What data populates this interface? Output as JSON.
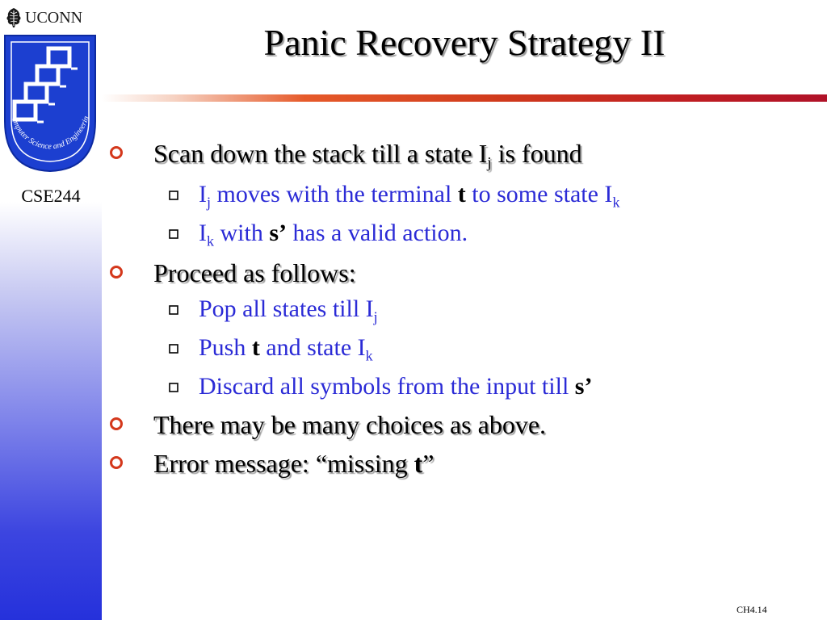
{
  "sidebar": {
    "logo_text": "UCONN",
    "seal_text": "Computer Science and Engineering",
    "course": "CSE244"
  },
  "slide": {
    "title": "Panic Recovery Strategy II",
    "footer": "CH4.14"
  },
  "bullets": {
    "b1": {
      "pre": "Scan down the stack till a state I",
      "sub": "j",
      "post": " is found"
    },
    "b1_1": {
      "pre": "I",
      "sub1": "j",
      "mid": " moves with the terminal ",
      "bold": "t",
      "post": " to some state I",
      "sub2": "k"
    },
    "b1_2": {
      "pre": "I",
      "sub": "k",
      "mid": " with ",
      "bold": "s’",
      "post": " has a valid action."
    },
    "b2": {
      "text": "Proceed as follows:"
    },
    "b2_1": {
      "pre": "Pop all states till I",
      "sub": "j"
    },
    "b2_2": {
      "pre": "Push ",
      "bold": "t",
      "mid": " and state I",
      "sub": "k"
    },
    "b2_3": {
      "pre": "Discard all symbols from the input till ",
      "bold": "s’"
    },
    "b3": {
      "text": "There may be many choices as above."
    },
    "b4": {
      "pre": "Error message: “missing ",
      "bold": "t",
      "post": "”"
    }
  },
  "colors": {
    "sub_bullet_text": "#2b2bd6",
    "bullet_marker": "#d4381c",
    "title_rule": "#c01e22"
  },
  "icons": {
    "bullet_level1": "circle-ring-icon",
    "bullet_level2": "hollow-square-icon"
  }
}
